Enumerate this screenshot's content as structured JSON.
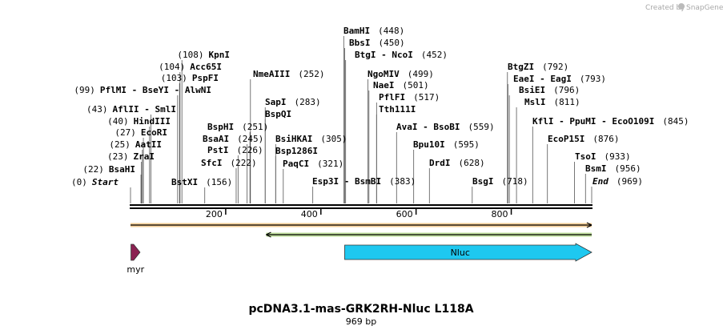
{
  "credit": {
    "created_by": "Created by",
    "brand": "SnapGene"
  },
  "map": {
    "title": "pcDNA3.1-mas-GRK2RH-Nluc L118A",
    "length_label": "969 bp",
    "length": 969,
    "ticks": [
      {
        "pos": 200,
        "label": "200"
      },
      {
        "pos": 400,
        "label": "400"
      },
      {
        "pos": 600,
        "label": "600"
      },
      {
        "pos": 800,
        "label": "800"
      }
    ]
  },
  "sites": [
    {
      "text": "Start",
      "num": "(0)",
      "pos": 0,
      "italic": true
    },
    {
      "text": "BsaHI",
      "num": "(22)",
      "pos": 22
    },
    {
      "text": "ZraI",
      "num": "(23)",
      "pos": 23
    },
    {
      "text": "AatII",
      "num": "(25)",
      "pos": 25
    },
    {
      "text": "EcoRI",
      "num": "(27)",
      "pos": 27
    },
    {
      "text": "HindIII",
      "num": "(40)",
      "pos": 40
    },
    {
      "text": "AflII - SmlI",
      "num": "(43)",
      "pos": 43
    },
    {
      "text": "PflMI - BseYI - AlwNI",
      "num": "(99)",
      "pos": 99
    },
    {
      "text": "PspFI",
      "num": "(103)",
      "pos": 103
    },
    {
      "text": "Acc65I",
      "num": "(104)",
      "pos": 104
    },
    {
      "text": "KpnI",
      "num": "(108)",
      "pos": 108
    },
    {
      "text": "BstXI",
      "num": "(156)",
      "pos": 156
    },
    {
      "text": "SfcI",
      "num": "(222)",
      "pos": 222
    },
    {
      "text": "PstI",
      "num": "(226)",
      "pos": 226
    },
    {
      "text": "BsaAI",
      "num": "(245)",
      "pos": 245
    },
    {
      "text": "BspHI",
      "num": "(251)",
      "pos": 251
    },
    {
      "text": "NmeAIII",
      "num": "(252)",
      "pos": 252
    },
    {
      "text": "SapI",
      "num": "(283)",
      "pos": 283
    },
    {
      "text": "BspQI",
      "num": "",
      "pos": 283
    },
    {
      "text": "BsiHKAI",
      "num": "(305)",
      "pos": 305
    },
    {
      "text": "Bsp1286I",
      "num": "",
      "pos": 305
    },
    {
      "text": "PaqCI",
      "num": "(321)",
      "pos": 321
    },
    {
      "text": "Esp3I - BsmBI",
      "num": "(383)",
      "pos": 383
    },
    {
      "text": "BamHI",
      "num": "(448)",
      "pos": 448
    },
    {
      "text": "BbsI",
      "num": "(450)",
      "pos": 450
    },
    {
      "text": "BtgI - NcoI",
      "num": "(452)",
      "pos": 452
    },
    {
      "text": "NgoMIV",
      "num": "(499)",
      "pos": 499
    },
    {
      "text": "NaeI",
      "num": "(501)",
      "pos": 501
    },
    {
      "text": "PflFI",
      "num": "(517)",
      "pos": 517
    },
    {
      "text": "Tth111I",
      "num": "",
      "pos": 517
    },
    {
      "text": "AvaI - BsoBI",
      "num": "(559)",
      "pos": 559
    },
    {
      "text": "Bpu10I",
      "num": "(595)",
      "pos": 595
    },
    {
      "text": "DrdI",
      "num": "(628)",
      "pos": 628
    },
    {
      "text": "BsgI",
      "num": "(718)",
      "pos": 718
    },
    {
      "text": "BtgZI",
      "num": "(792)",
      "pos": 792
    },
    {
      "text": "EaeI - EagI",
      "num": "(793)",
      "pos": 793
    },
    {
      "text": "BsiEI",
      "num": "(796)",
      "pos": 796
    },
    {
      "text": "MslI",
      "num": "(811)",
      "pos": 811
    },
    {
      "text": "KflI - PpuMI - EcoO109I",
      "num": "(845)",
      "pos": 845
    },
    {
      "text": "EcoP15I",
      "num": "(876)",
      "pos": 876
    },
    {
      "text": "TsoI",
      "num": "(933)",
      "pos": 933
    },
    {
      "text": "BsmI",
      "num": "(956)",
      "pos": 956
    },
    {
      "text": "End",
      "num": "(969)",
      "pos": 969,
      "italic": true
    }
  ],
  "features": [
    {
      "name": "myr",
      "start": 1,
      "end": 20,
      "color": "#8b2252",
      "direction": "forward"
    },
    {
      "name": "Nluc",
      "start": 450,
      "end": 969,
      "color": "#1ec8f0",
      "direction": "forward"
    }
  ],
  "strands": [
    {
      "color": "#e8a33c",
      "start": 0,
      "end": 969,
      "direction": "forward"
    },
    {
      "color": "#8bc34a",
      "start": 285,
      "end": 969,
      "direction": "reverse"
    }
  ]
}
